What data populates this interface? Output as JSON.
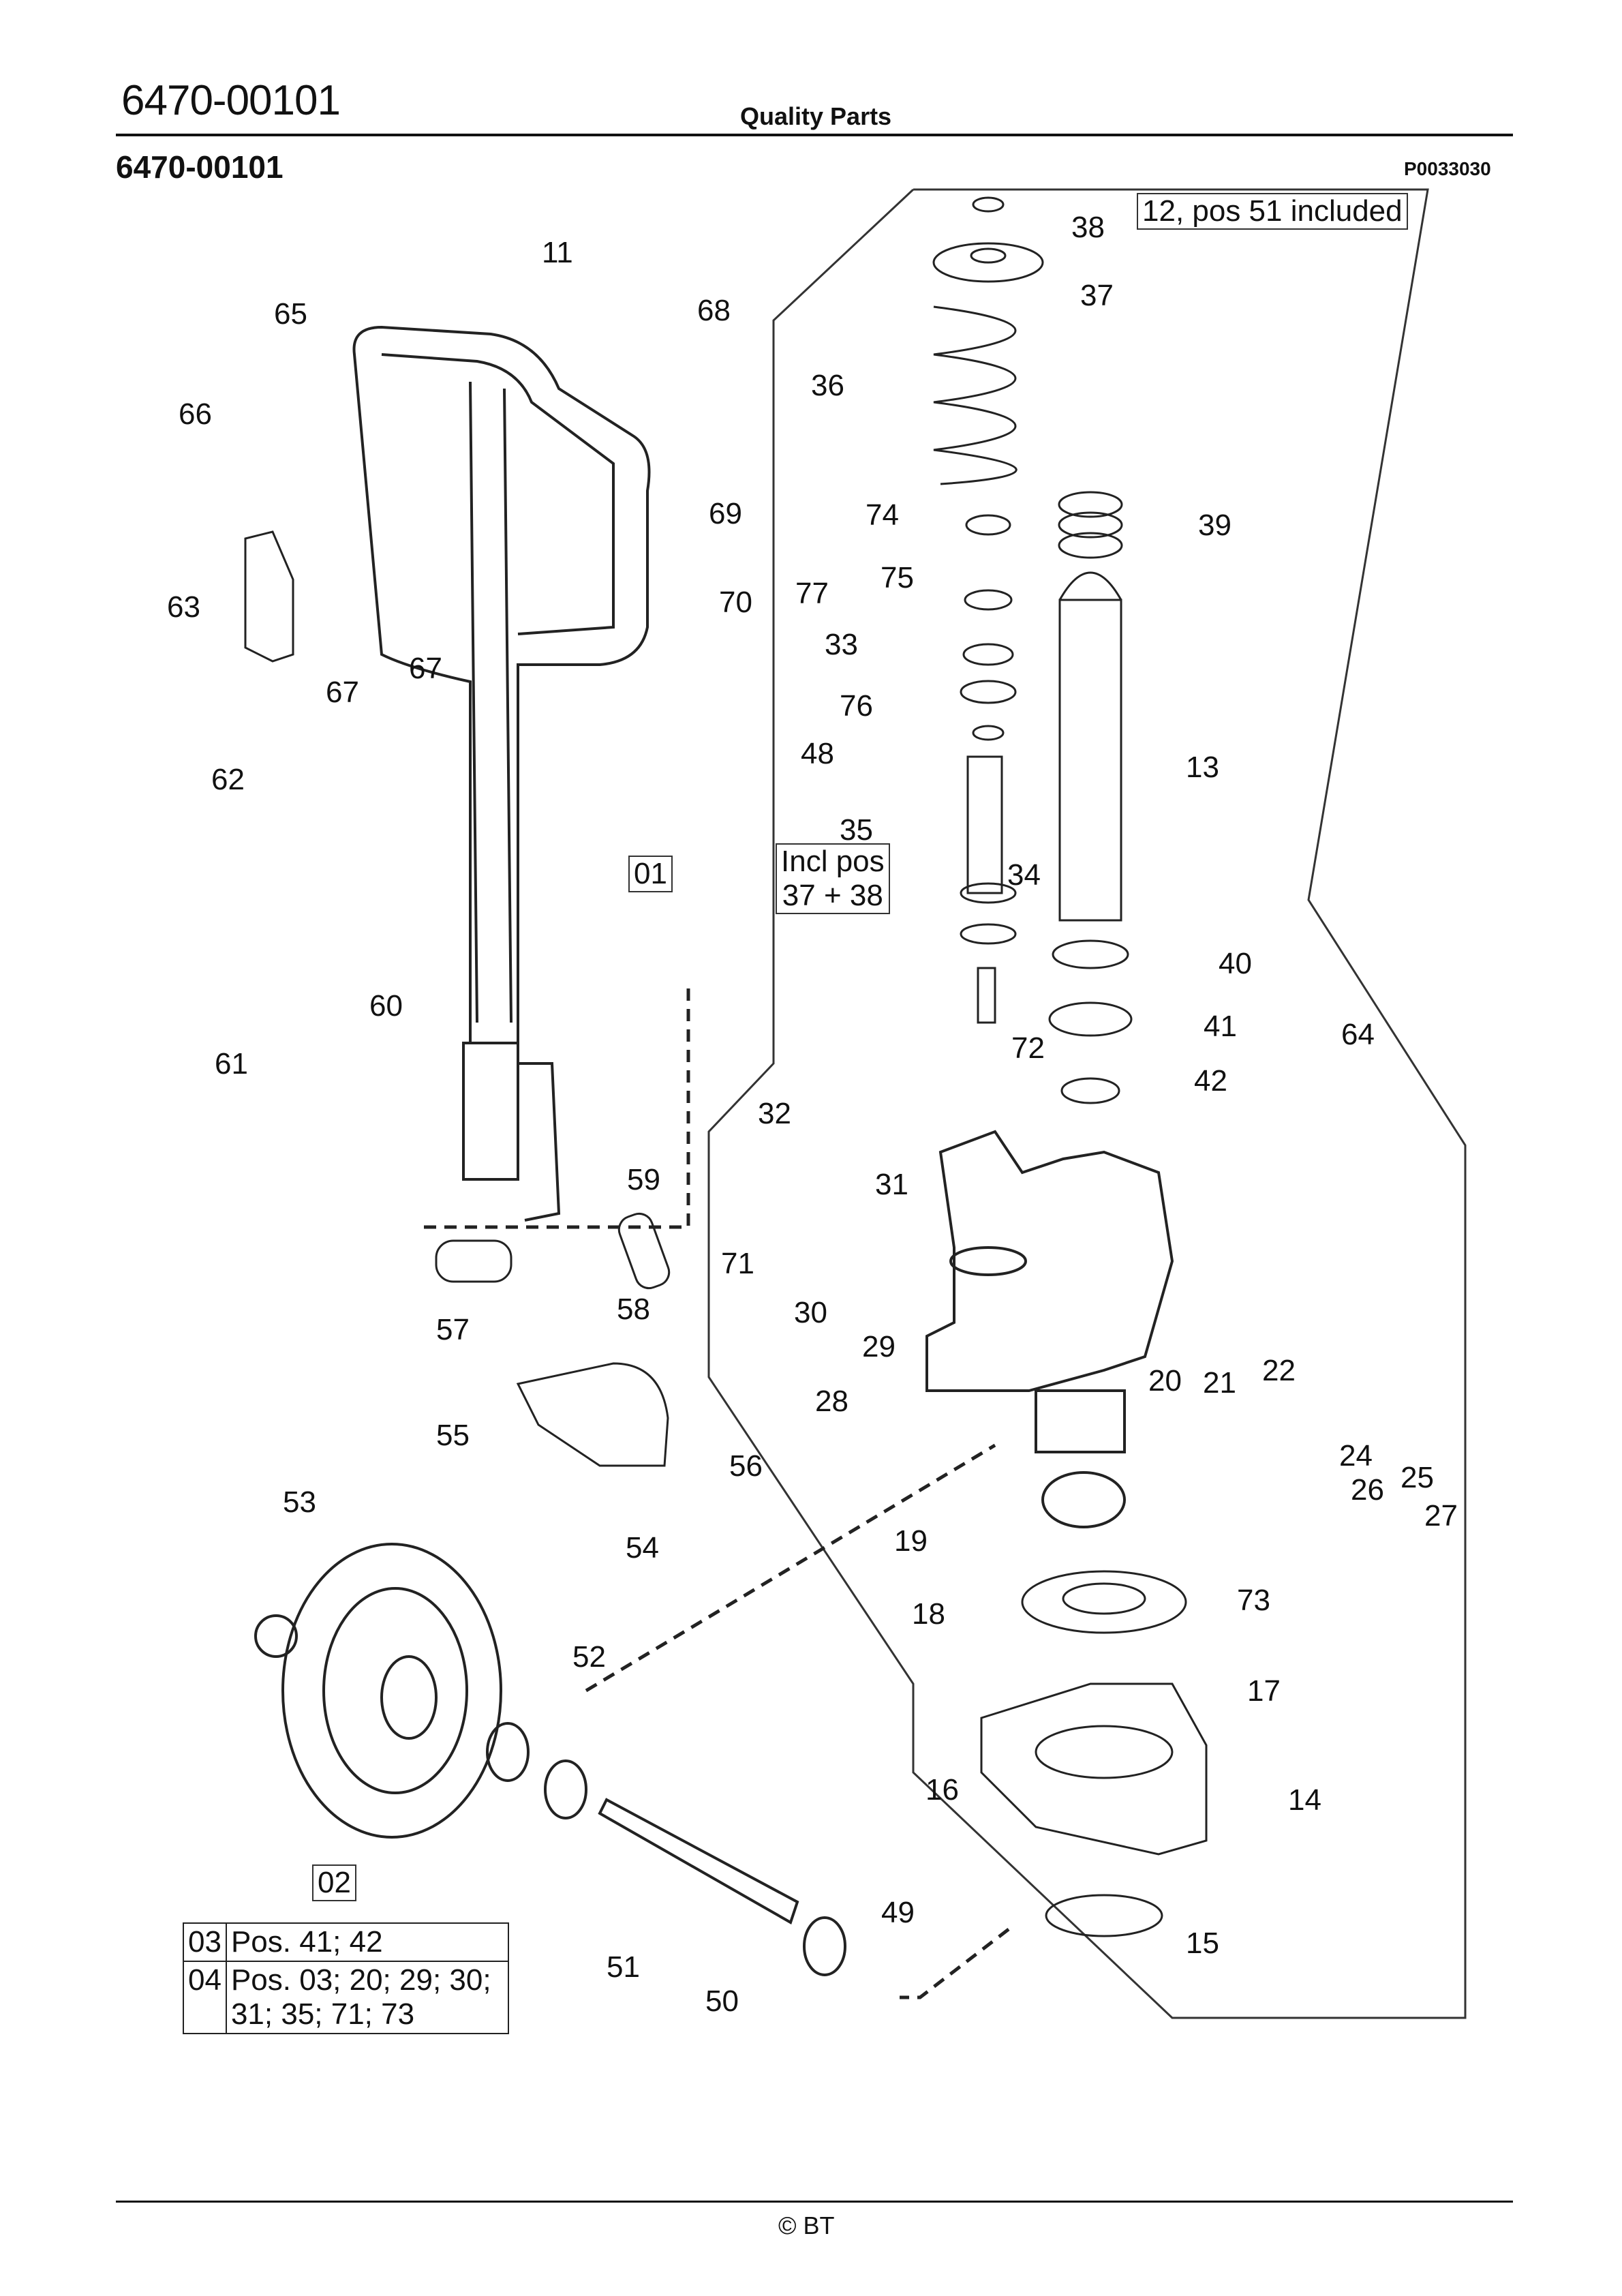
{
  "header": {
    "document_id": "6470-00101",
    "center_title": "Quality Parts"
  },
  "subheader": {
    "assembly_id": "6470-00101",
    "drawing_ref": "P0033030"
  },
  "notes": {
    "top_right": "12, pos 51 included",
    "incl_pos_line1": "Incl pos",
    "incl_pos_line2": "37 + 38",
    "box_01": "01",
    "box_02": "02"
  },
  "legend": [
    {
      "code": "03",
      "text": "Pos. 41; 42"
    },
    {
      "code": "04",
      "text": "Pos. 03; 20; 29; 30; 31; 35; 71; 73"
    }
  ],
  "part_labels": [
    "11",
    "65",
    "68",
    "66",
    "69",
    "63",
    "70",
    "67",
    "67",
    "62",
    "60",
    "61",
    "59",
    "57",
    "58",
    "55",
    "56",
    "53",
    "54",
    "52",
    "51",
    "50",
    "49",
    "38",
    "37",
    "36",
    "74",
    "75",
    "77",
    "33",
    "76",
    "48",
    "35",
    "34",
    "39",
    "13",
    "40",
    "41",
    "64",
    "72",
    "42",
    "32",
    "31",
    "71",
    "30",
    "29",
    "28",
    "20",
    "21",
    "22",
    "24",
    "26",
    "25",
    "27",
    "73",
    "19",
    "18",
    "17",
    "16",
    "14",
    "15"
  ],
  "footer": {
    "copyright": "© BT"
  }
}
